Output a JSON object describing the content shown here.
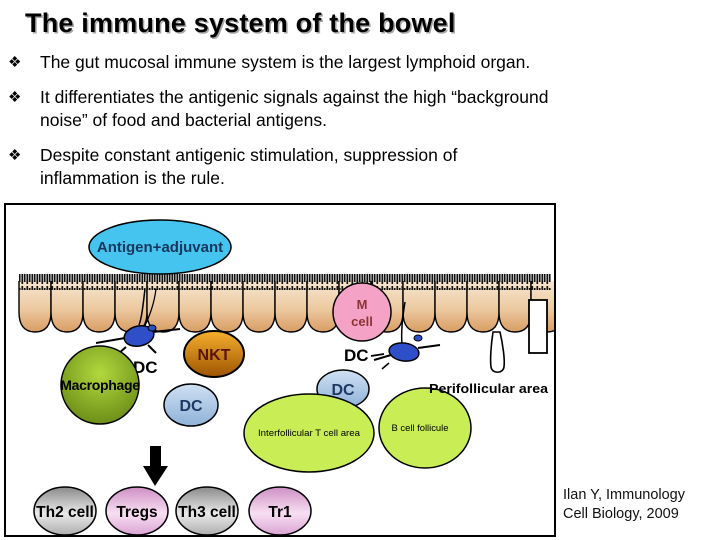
{
  "slide": {
    "title": "The immune system of the bowel",
    "bullet_glyph": "❖",
    "bullets": [
      {
        "text": "The gut mucosal immune system is the largest lymphoid organ."
      },
      {
        "text": "It differentiates the antigenic signals against the high “background\nnoise” of food and bacterial antigens."
      },
      {
        "text": "Despite constant antigenic stimulation, suppression of\ninflammation is the rule."
      }
    ],
    "citation": {
      "line1": "Ilan Y, Immunology",
      "line2": "Cell Biology, 2009"
    }
  },
  "diagram": {
    "antigen": {
      "label": "Antigen+adjuvant",
      "fill": "#44c4ee",
      "text_color": "#17375e"
    },
    "m_cell": {
      "line1": "M",
      "line2": "cell",
      "fill": "#f4a3c7",
      "text_color": "#8b3434"
    },
    "nkt": {
      "label": "NKT",
      "text_color": "#5a1408"
    },
    "dc_pointer_labels": [
      {
        "label": "DC"
      },
      {
        "label": "DC"
      }
    ],
    "dc_cells": [
      {
        "label": "DC"
      },
      {
        "label": "DC"
      }
    ],
    "macrophage": {
      "label": "Macrophage"
    },
    "areas": {
      "interfollicular": "Interfollicular T cell area",
      "perifollicular": "Perifollicular area",
      "b_cell": "B cell follicule",
      "fill": "#c9ee55"
    },
    "effector_cells": [
      {
        "label": "Th2 cell",
        "type": "gray"
      },
      {
        "label": "Tregs",
        "type": "pink"
      },
      {
        "label": "Th3 cell",
        "type": "gray"
      },
      {
        "label": "Tr1",
        "type": "pink"
      }
    ],
    "colors": {
      "epithelium_light": "#f7e6d0",
      "epithelium_dark": "#d89c62",
      "dendritic_cell_blue": "#2e4fc8",
      "nkt_top": "#f5b02f",
      "nkt_bottom": "#9e5400",
      "macrophage_light": "#b2d83e",
      "macrophage_dark": "#5d7e0f",
      "dc_blue_light": "#cfe0f2",
      "dc_blue_dark": "#8fb2d9"
    }
  }
}
